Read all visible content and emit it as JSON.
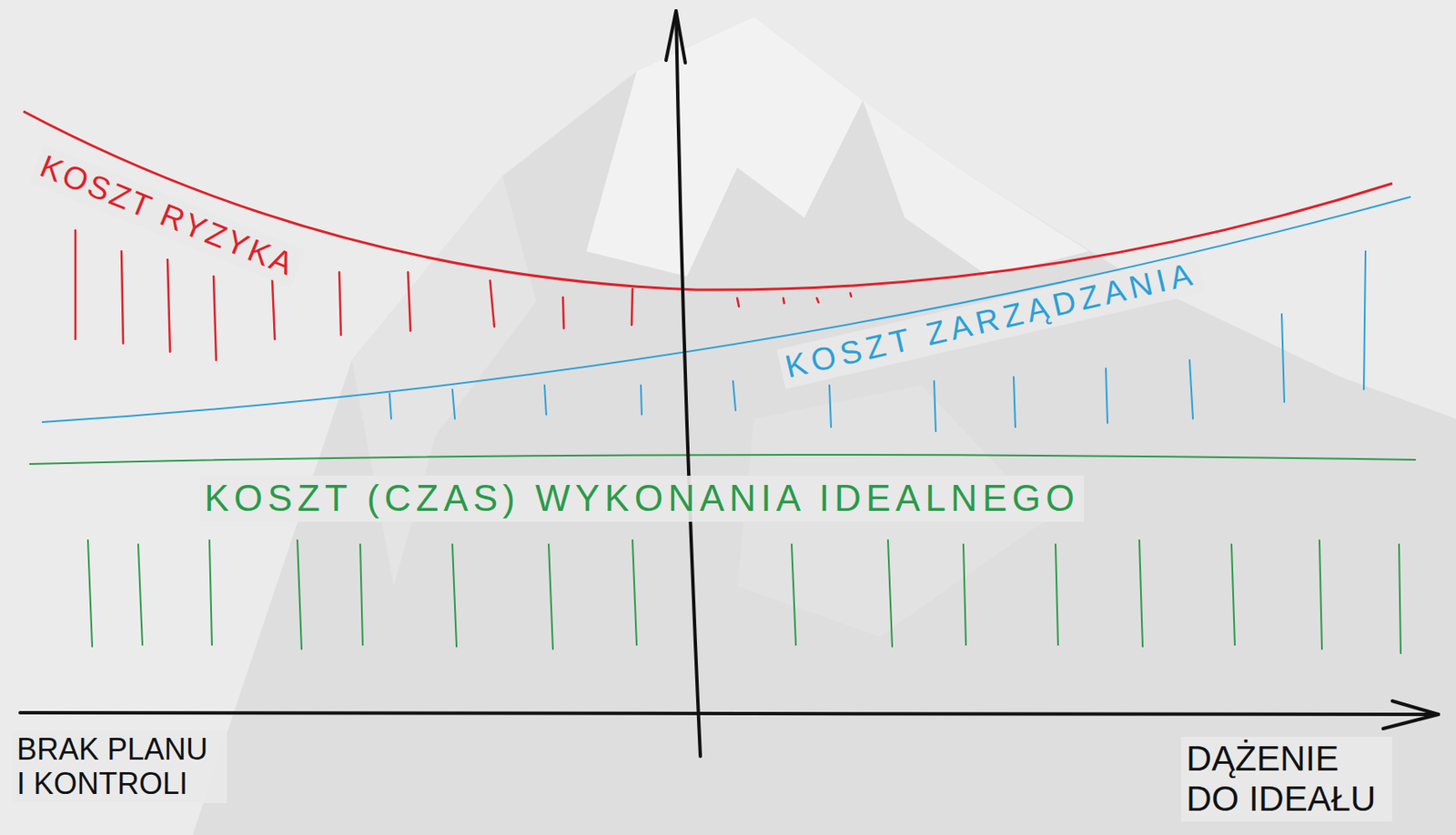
{
  "diagram": {
    "labels": [
      "KOSZT RYZYKA",
      "KOSZT ZARZĄDZANIA",
      "KOSZT (CZAS) WYKONANIA IDEALNEGO",
      "BRAK PLANU I KONTROLI",
      "DĄŻENIE DO IDEAŁU"
    ]
  }
}
